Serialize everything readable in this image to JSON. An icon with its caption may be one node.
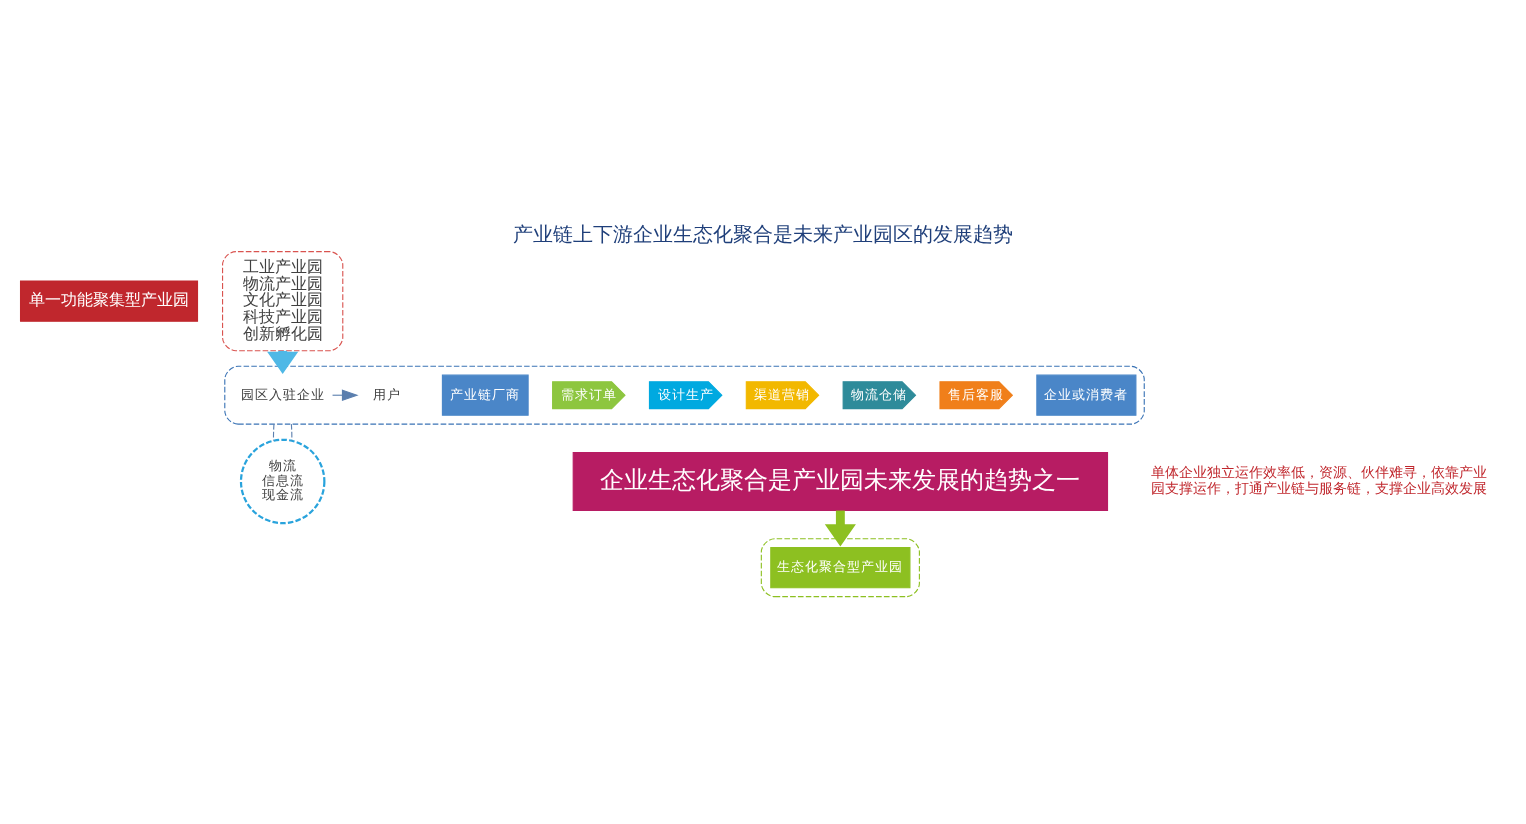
{
  "diagram": {
    "title": "产业链上下游企业生态化聚合是未来产业园区的发展趋势",
    "nodes": [
      {
        "text": [
          "单一功能聚集型产业园"
        ]
      },
      {
        "text": [
          "工业产业园",
          "物流产业园",
          "文化产业园",
          "科技产业园",
          "创新孵化园"
        ]
      },
      {
        "text": [],
        "shape": "box"
      },
      {
        "text": [
          "园区入驻企业"
        ],
        "in": 2
      },
      {
        "text": [
          "用户"
        ],
        "in": 2
      },
      {
        "text": [
          "产业链厂商"
        ],
        "in": 2
      },
      {
        "text": [
          "需求订单"
        ],
        "in": 2
      },
      {
        "text": [
          "设计生产"
        ],
        "in": 2
      },
      {
        "text": [
          "渠道营销"
        ],
        "in": 2
      },
      {
        "text": [
          "物流仓储"
        ],
        "in": 2
      },
      {
        "text": [
          "售后客服"
        ],
        "in": 2
      },
      {
        "text": [
          "企业或消费者"
        ],
        "in": 2
      },
      {
        "text": [
          "物流",
          "信息流",
          "现金流"
        ]
      },
      {
        "text": [
          "企业生态化聚合是产业园未来发展的趋势之一"
        ]
      },
      {
        "text": [],
        "shape": "box"
      },
      {
        "text": [
          "生态化聚合型产业园"
        ],
        "in": 14
      }
    ],
    "edges": [
      {
        "from": 1,
        "to": 2,
        "arrow": "to",
        "style": "thick",
        "color": "#4fb8e6"
      },
      {
        "from": 3,
        "to": 4,
        "arrow": "to"
      },
      {
        "from": 2,
        "to": 12,
        "arrow": "none",
        "style": "dashed"
      },
      {
        "from": 2,
        "to": 12,
        "arrow": "none",
        "style": "dashed"
      },
      {
        "from": 13,
        "to": 14,
        "arrow": "to",
        "style": "thick",
        "color": "#8dc021"
      }
    ],
    "labels": [
      "单体企业独立运作效率低，资源、伙伴难寻，依靠产业园支撑运作，打通产业链与服务链，支撑企业高效发展"
    ]
  }
}
